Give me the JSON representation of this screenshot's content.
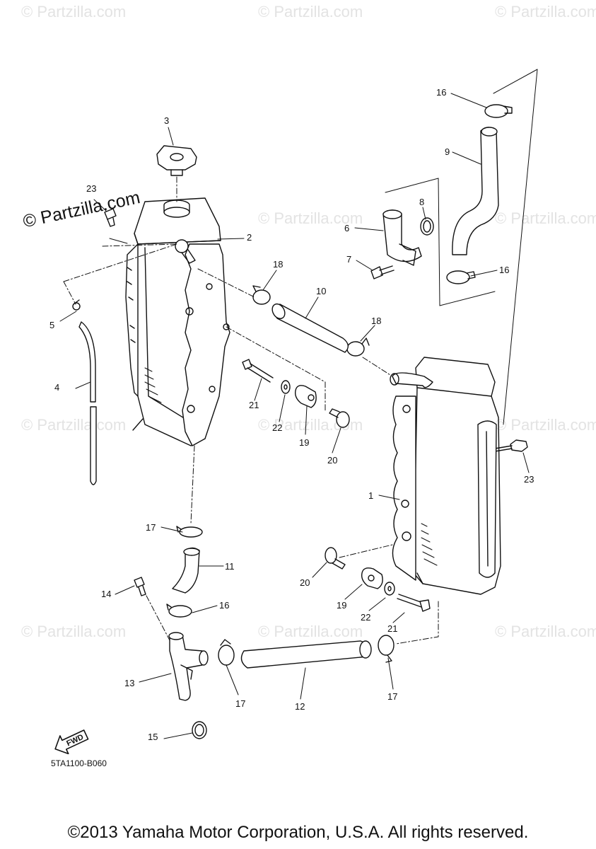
{
  "watermark_text": "© Partzilla.com",
  "diagram_code": "5TA1100-B060",
  "fwd_label": "FWD",
  "copyright": "©2013 Yamaha Motor Corporation, U.S.A. All rights reserved.",
  "callouts": {
    "c1": "1",
    "c2": "2",
    "c3": "3",
    "c4": "4",
    "c5": "5",
    "c6": "6",
    "c7": "7",
    "c8": "8",
    "c9": "9",
    "c10": "10",
    "c11": "11",
    "c12": "12",
    "c13": "13",
    "c14": "14",
    "c15": "15",
    "c16a": "16",
    "c16b": "16",
    "c16c": "16",
    "c17a": "17",
    "c17b": "17",
    "c17c": "17",
    "c18a": "18",
    "c18b": "18",
    "c19a": "19",
    "c19b": "19",
    "c20a": "20",
    "c20b": "20",
    "c21a": "21",
    "c21b": "21",
    "c22a": "22",
    "c22b": "22",
    "c23a": "23",
    "c23b": "23"
  }
}
